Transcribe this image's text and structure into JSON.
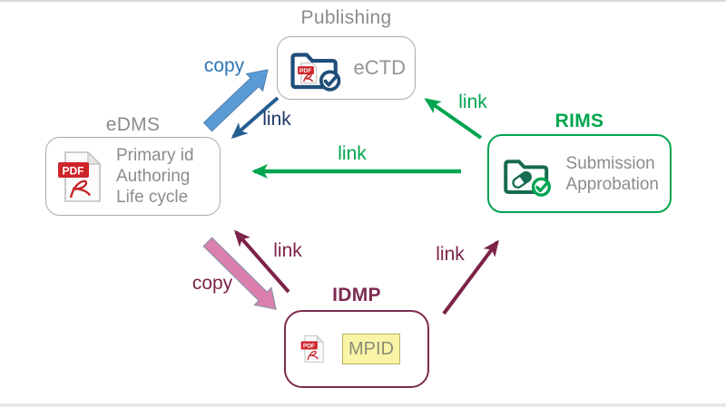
{
  "nodes": {
    "publishing": {
      "title": "Publishing",
      "label": "eCTD"
    },
    "edms": {
      "title": "eDMS",
      "lines": [
        "Primary id",
        "Authoring",
        "Life cycle"
      ]
    },
    "rims": {
      "title": "RIMS",
      "lines": [
        "Submission",
        "Approbation"
      ]
    },
    "idmp": {
      "title": "IDMP",
      "label": "MPID"
    }
  },
  "edges": [
    {
      "id": "copy-edms-to-publishing",
      "label": "copy"
    },
    {
      "id": "link-publishing-to-edms",
      "label": "link"
    },
    {
      "id": "link-rims-to-publishing",
      "label": "link"
    },
    {
      "id": "link-rims-to-edms",
      "label": "link"
    },
    {
      "id": "link-idmp-to-edms",
      "label": "link"
    },
    {
      "id": "copy-edms-to-idmp",
      "label": "copy"
    },
    {
      "id": "link-idmp-to-rims",
      "label": "link"
    }
  ],
  "icons": {
    "publishing_icon": "folder-pdf-check-icon",
    "edms_icon": "pdf-file-icon",
    "rims_icon": "folder-pill-check-icon",
    "idmp_icon": "pdf-file-icon",
    "pdf_badge": "PDF"
  },
  "colors": {
    "copy_arrow_blue": "#5b9bd5",
    "link_arrow_navy": "#255e91",
    "copy_text_blue": "#2e75b6",
    "link_text_navy": "#1f3864",
    "green": "#00a550",
    "maroon": "#7c2348",
    "copy_arrow_pink": "#dc7fac",
    "gray_text": "#8c8c8c",
    "mpid_yellow": "#faf5a6"
  }
}
